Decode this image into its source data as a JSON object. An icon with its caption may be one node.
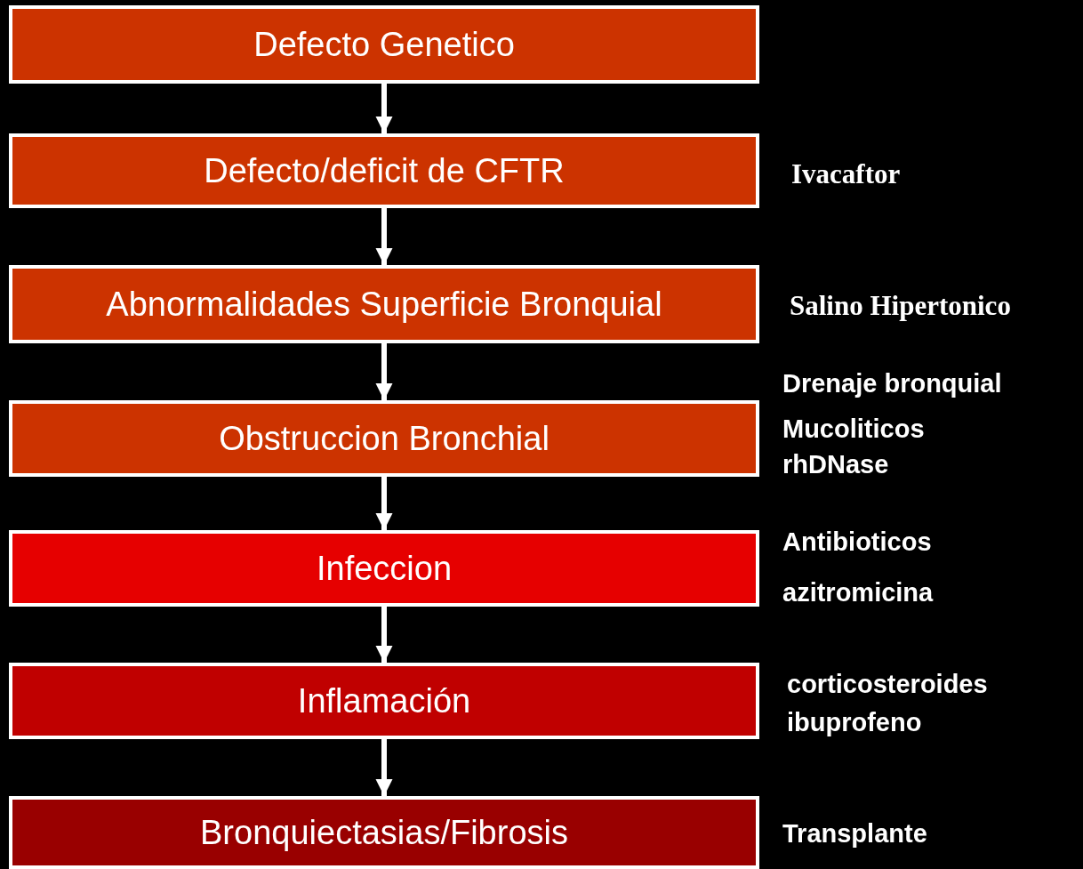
{
  "diagram": {
    "nodes": [
      {
        "text": [
          "Defecto Genetico"
        ]
      },
      {
        "text": [
          "Defecto/deficit de CFTR"
        ],
        "beside": [
          "Ivacaftor"
        ]
      },
      {
        "text": [
          "Abnormalidades Superficie Bronquial"
        ],
        "beside": [
          "Salino Hipertonico"
        ]
      },
      {
        "text": [
          "Obstruccion Bronchial"
        ],
        "beside": [
          "Drenaje bronquial",
          "Mucoliticos",
          "rhDNase"
        ]
      },
      {
        "text": [
          "Infeccion"
        ],
        "beside": [
          "Antibioticos",
          "azitromicina"
        ]
      },
      {
        "text": [
          "Inflamación"
        ],
        "beside": [
          "corticosteroides",
          "ibuprofeno"
        ]
      },
      {
        "text": [
          "Bronquiectasias/Fibrosis"
        ],
        "beside": [
          "Transplante"
        ]
      }
    ],
    "edges": [
      {
        "from": 0,
        "to": 1,
        "arrow": "to"
      },
      {
        "from": 1,
        "to": 2,
        "arrow": "to"
      },
      {
        "from": 2,
        "to": 3,
        "arrow": "to"
      },
      {
        "from": 3,
        "to": 4,
        "arrow": "to"
      },
      {
        "from": 4,
        "to": 5,
        "arrow": "to"
      },
      {
        "from": 5,
        "to": 6,
        "arrow": "to"
      }
    ]
  }
}
